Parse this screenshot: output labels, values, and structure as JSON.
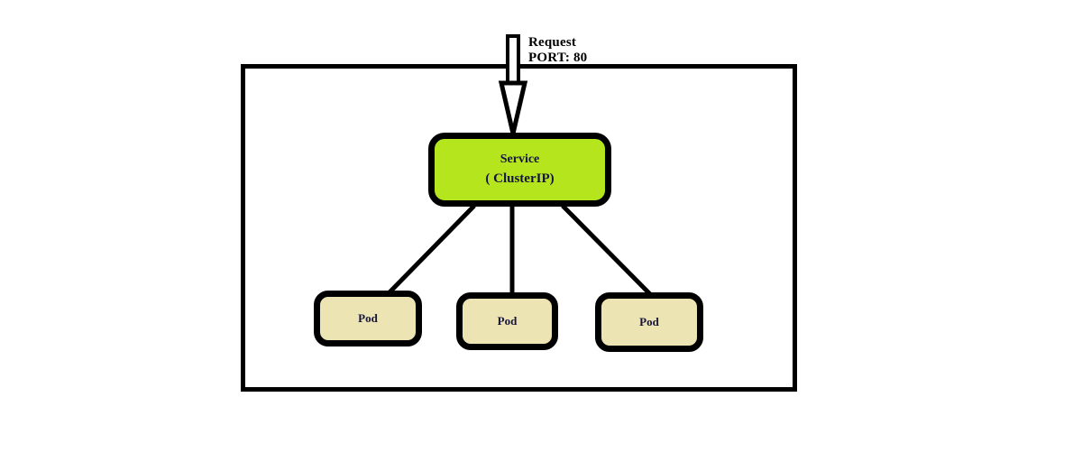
{
  "diagram": {
    "title": "Kubernetes Service ClusterIP routing diagram",
    "background_color": "#ffffff",
    "outline_color": "#000000",
    "cluster": {
      "label": "",
      "border_color": "#000000"
    },
    "ingress": {
      "label_line1": "Request",
      "label_line2": "PORT: 80",
      "arrow_name": "down-arrow-icon",
      "arrow_style": "hollow-outlined",
      "arrow_color": "#000000"
    },
    "service": {
      "line1": "Service",
      "line2": "( ClusterIP)",
      "fill_color": "#b5e61d",
      "text_color": "#14143c",
      "border_color": "#000000"
    },
    "pods": [
      {
        "label": "Pod",
        "fill_color": "#ede4b3",
        "text_color": "#14143c"
      },
      {
        "label": "Pod",
        "fill_color": "#ede4b3",
        "text_color": "#14143c"
      },
      {
        "label": "Pod",
        "fill_color": "#ede4b3",
        "text_color": "#14143c"
      }
    ],
    "connectors": [
      {
        "from": "service",
        "to": "pod-1",
        "style": "solid",
        "color": "#000000"
      },
      {
        "from": "service",
        "to": "pod-2",
        "style": "solid",
        "color": "#000000"
      },
      {
        "from": "service",
        "to": "pod-3",
        "style": "solid",
        "color": "#000000"
      }
    ]
  }
}
